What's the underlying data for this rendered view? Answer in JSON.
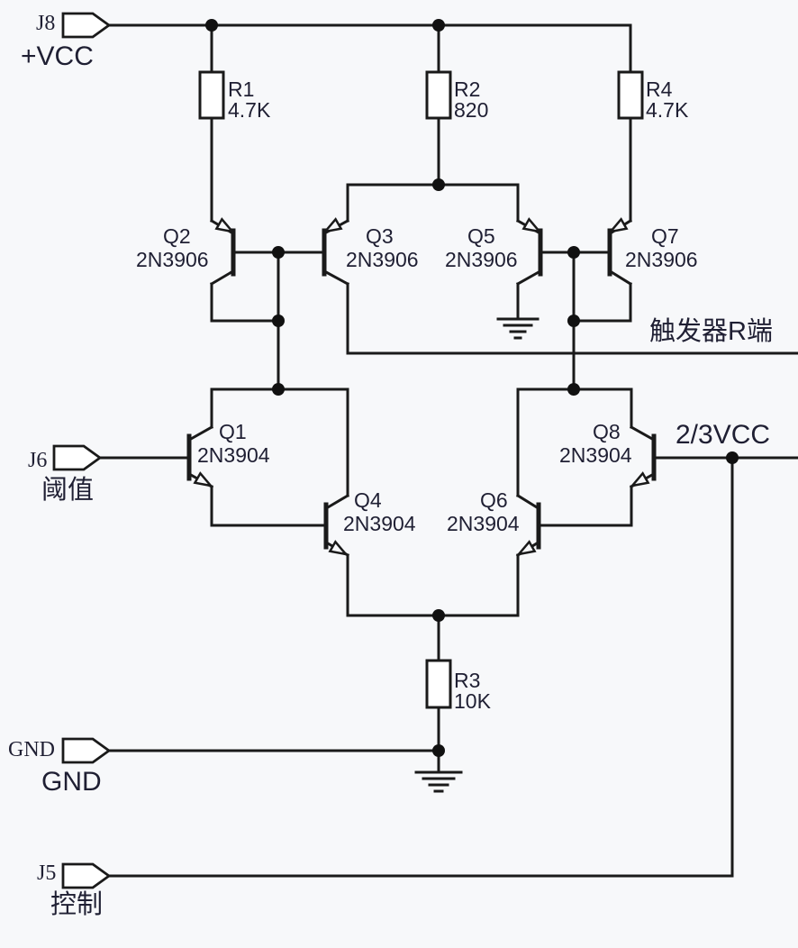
{
  "schematic": {
    "connectors": {
      "j8": {
        "designator": "J8",
        "net_label": "+VCC"
      },
      "j6": {
        "designator": "J6",
        "net_label": "阈值"
      },
      "gnd": {
        "designator": "GND",
        "net_label": "GND"
      },
      "j5": {
        "designator": "J5",
        "net_label": "控制"
      }
    },
    "resistors": {
      "r1": {
        "ref": "R1",
        "value": "4.7K"
      },
      "r2": {
        "ref": "R2",
        "value": "820"
      },
      "r3": {
        "ref": "R3",
        "value": "10K"
      },
      "r4": {
        "ref": "R4",
        "value": "4.7K"
      }
    },
    "transistors": {
      "q1": {
        "ref": "Q1",
        "part": "2N3904"
      },
      "q2": {
        "ref": "Q2",
        "part": "2N3906"
      },
      "q3": {
        "ref": "Q3",
        "part": "2N3906"
      },
      "q4": {
        "ref": "Q4",
        "part": "2N3904"
      },
      "q5": {
        "ref": "Q5",
        "part": "2N3906"
      },
      "q6": {
        "ref": "Q6",
        "part": "2N3904"
      },
      "q7": {
        "ref": "Q7",
        "part": "2N3906"
      },
      "q8": {
        "ref": "Q8",
        "part": "2N3904"
      }
    },
    "net_labels": {
      "trigger_r": "触发器R端",
      "two_thirds_vcc": "2/3VCC"
    },
    "colors": {
      "wire": "#1a1a1a",
      "text": "#1f1f33",
      "background": "#f7f8fa"
    }
  }
}
